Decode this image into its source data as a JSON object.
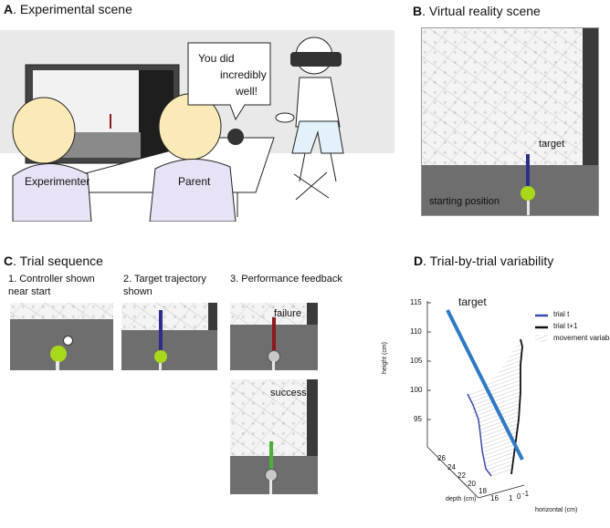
{
  "panels": {
    "a": {
      "letter": "A",
      "title": ". Experimental scene",
      "experimenter_label": "Experimenter",
      "parent_label": "Parent",
      "speech": [
        "You did",
        "incredibly",
        "well!"
      ]
    },
    "b": {
      "letter": "B",
      "title": ". Virtual reality scene",
      "target_label": "target",
      "start_label": "starting position"
    },
    "c": {
      "letter": "C",
      "title": ". Trial sequence",
      "step1": [
        "1. Controller shown",
        "near start"
      ],
      "step2": [
        "2. Target trajectory",
        "shown"
      ],
      "step3": "3. Performance feedback",
      "failure_label": "failure",
      "success_label": "success"
    },
    "d": {
      "letter": "D",
      "title": ". Trial-by-trial variability",
      "target_label": "target",
      "legend": [
        "trial t",
        "trial t+1",
        "movement variability"
      ],
      "y_axis_label": "height (cm)",
      "y_ticks": [
        "115",
        "110",
        "105",
        "100",
        "95"
      ],
      "depth_label": "depth (cm)",
      "depth_ticks": [
        "26",
        "24",
        "22",
        "20",
        "18",
        "16"
      ],
      "horiz_label": "horizontal (cm)",
      "horiz_ticks": [
        "1",
        "0",
        "-1"
      ]
    }
  },
  "colors": {
    "trial_t": "#3a4ab0",
    "trial_t1": "#111111",
    "target_line": "#2f78c4",
    "failure_rod": "#8b1a1a",
    "success_rod": "#4caf3a",
    "target_rod": "#2a2f8a",
    "ball": "#a8d81a",
    "floor": "#6e6e6e",
    "room": "#ececec"
  }
}
